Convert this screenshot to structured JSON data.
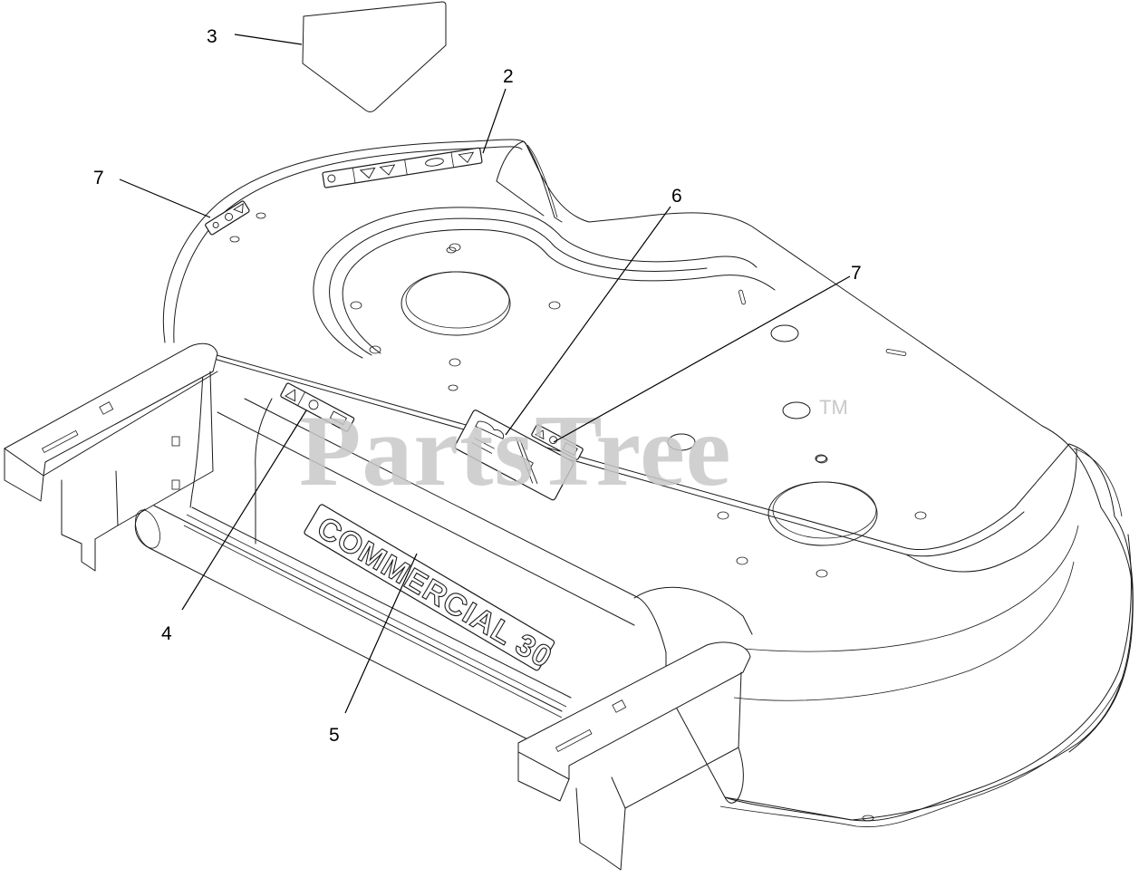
{
  "diagram": {
    "subject": "Mower deck assembly - decals",
    "background": "#ffffff",
    "line_color": "#1a1a1a",
    "watermark": {
      "text": "PartsTree",
      "trademark": "TM",
      "color": "#c8c8c8"
    },
    "deck_decal_text": "COMMERCIAL 30",
    "callouts": [
      {
        "id": "callout-3",
        "number": "3",
        "part": "blank-decal-pentagon"
      },
      {
        "id": "callout-2",
        "number": "2",
        "part": "safety-decal-strip-top"
      },
      {
        "id": "callout-7a",
        "number": "7",
        "part": "small-warning-decal-left"
      },
      {
        "id": "callout-6",
        "number": "6",
        "part": "belt-routing-decal"
      },
      {
        "id": "callout-7b",
        "number": "7",
        "part": "small-warning-decal-center"
      },
      {
        "id": "callout-4",
        "number": "4",
        "part": "warning-decal-front-left"
      },
      {
        "id": "callout-5",
        "number": "5",
        "part": "commercial-30-name-decal"
      }
    ]
  }
}
